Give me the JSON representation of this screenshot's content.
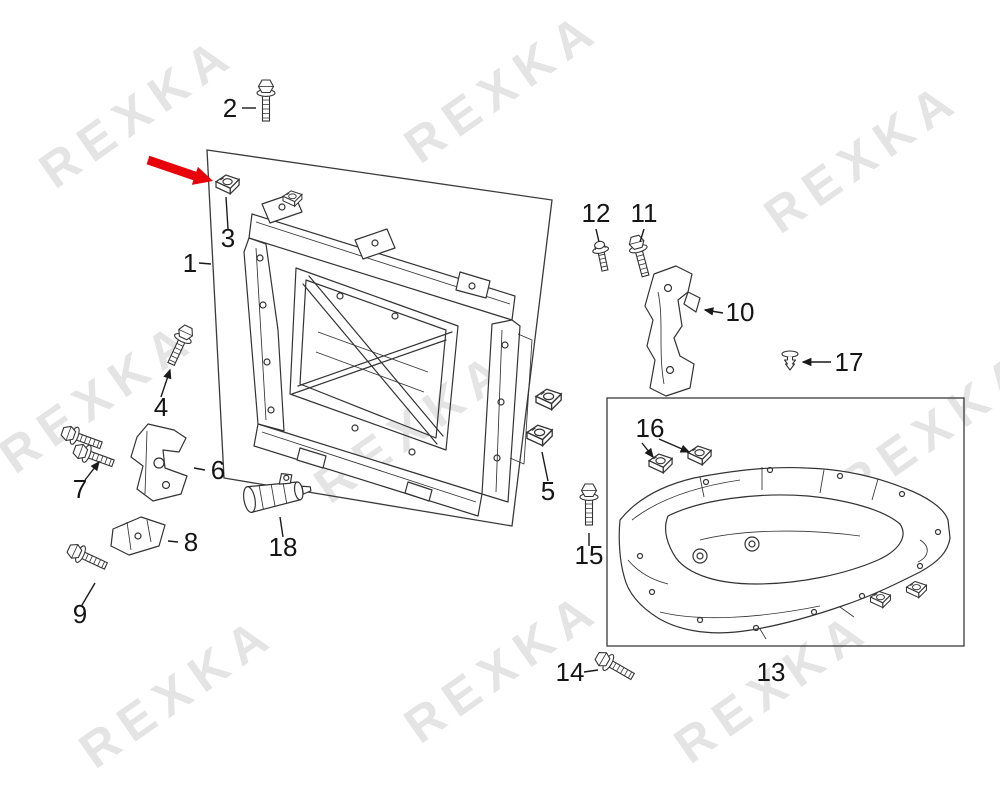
{
  "watermark": {
    "text": "REXKA"
  },
  "colors": {
    "arrow_red": "#e8000b",
    "watermark": "#e4e4e4",
    "line": "#333333"
  },
  "labels": {
    "n1": "1",
    "n2": "2",
    "n3": "3",
    "n4": "4",
    "n5": "5",
    "n6": "6",
    "n7": "7",
    "n8": "8",
    "n9": "9",
    "n10": "10",
    "n11": "11",
    "n12": "12",
    "n13": "13",
    "n14": "14",
    "n15": "15",
    "n16": "16",
    "n17": "17",
    "n18": "18"
  }
}
